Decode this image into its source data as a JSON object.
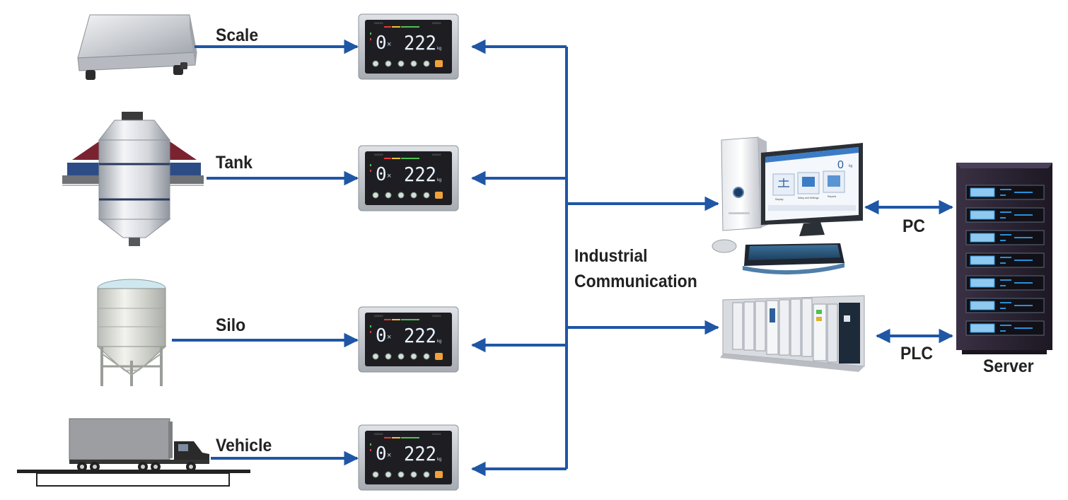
{
  "labels": {
    "scale": "Scale",
    "tank": "Tank",
    "silo": "Silo",
    "vehicle": "Vehicle",
    "comm_line1": "Industrial",
    "comm_line2": "Communication",
    "pc": "PC",
    "plc": "PLC",
    "server": "Server"
  },
  "indicator": {
    "digit_left": "0",
    "reading": "222",
    "unit": "kg"
  },
  "pc_screen": {
    "value": "0",
    "unit": "kg",
    "tiles": [
      "Display",
      "Setup and Settings",
      "Reports"
    ]
  },
  "colors": {
    "arrow": "#1f56a6",
    "text": "#222222",
    "indicator_body": "#1e1e22",
    "indicator_frame": "#b9bdc3",
    "digits": "#e8f2ff",
    "server_body": "#2b2433",
    "server_bay": "#2a8fd6"
  }
}
